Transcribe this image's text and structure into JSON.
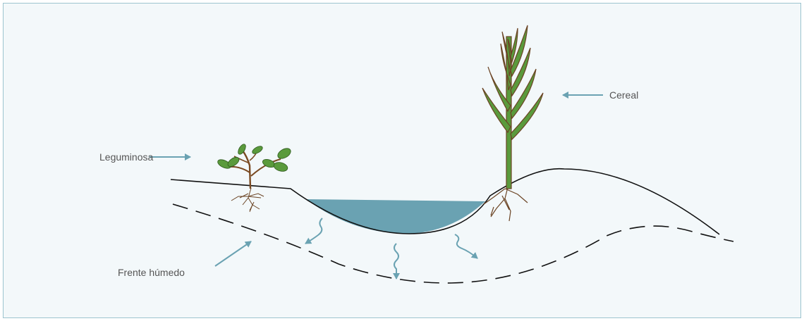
{
  "labels": {
    "legume": "Leguminosa",
    "cereal": "Cereal",
    "wet_front": "Frente húmedo"
  },
  "colors": {
    "background": "#f3f8fa",
    "border": "#9cc4cf",
    "water": "#6aa2b2",
    "arrow": "#6aa2b2",
    "leaf": "#5a9a3c",
    "stem": "#7a4a22",
    "root": "#6b4424",
    "ground_line": "#111111",
    "label_text": "#555555"
  },
  "icons": [
    "legume-plant-icon",
    "cereal-plant-icon",
    "infiltration-arrow-icon"
  ]
}
